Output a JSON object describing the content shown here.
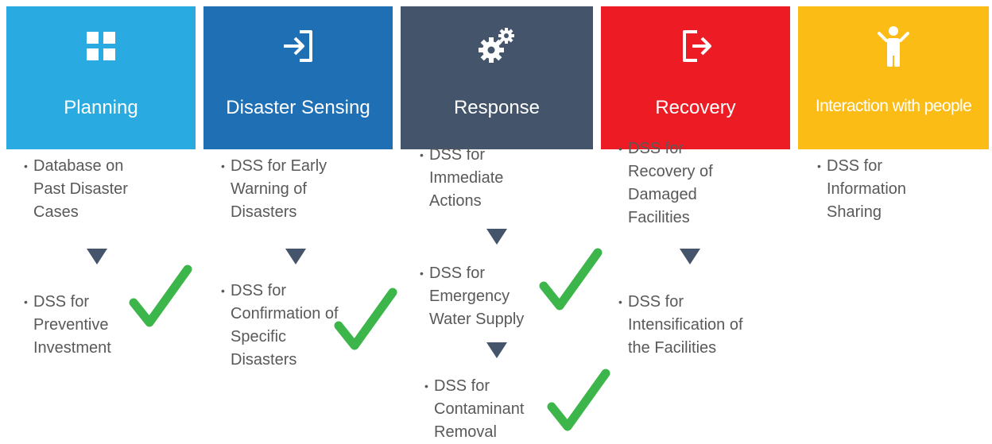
{
  "columns": [
    {
      "title": "Planning",
      "color": "#29abe2",
      "icon": "grid-icon",
      "items": [
        [
          "Database on",
          "Past Disaster",
          "Cases"
        ],
        [
          "DSS for",
          "Preventive",
          "Investment"
        ]
      ]
    },
    {
      "title": "Disaster Sensing",
      "color": "#1f6fb5",
      "icon": "sign-in-icon",
      "items": [
        [
          "DSS for Early",
          "Warning of",
          "Disasters"
        ],
        [
          "DSS for",
          "Confirmation of",
          "Specific",
          "Disasters"
        ]
      ]
    },
    {
      "title": "Response",
      "color": "#44546a",
      "icon": "gears-icon",
      "items": [
        [
          "DSS for",
          "Immediate",
          "Actions"
        ],
        [
          "DSS for",
          "Emergency",
          "Water Supply"
        ],
        [
          "DSS for",
          "Contaminant",
          "Removal"
        ]
      ]
    },
    {
      "title": "Recovery",
      "color": "#ed1c24",
      "icon": "sign-out-icon",
      "items": [
        [
          "DSS for",
          "Recovery of",
          "Damaged",
          "Facilities"
        ],
        [
          "DSS for",
          "Intensification of",
          "the Facilities"
        ]
      ]
    },
    {
      "title": "Interaction with people",
      "color": "#fbbc15",
      "icon": "person-icon",
      "items": [
        [
          "DSS for",
          "Information",
          "Sharing"
        ]
      ]
    }
  ],
  "arrow_color": "#44546a",
  "check_color": "#3cb54a",
  "checkmark_icon": "checkmark-icon"
}
